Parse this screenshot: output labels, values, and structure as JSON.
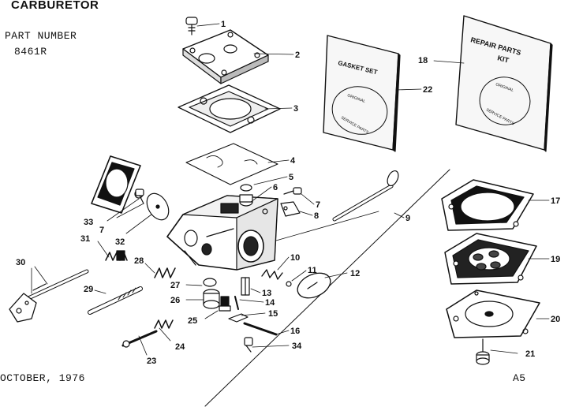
{
  "header": {
    "title": "CARBURETOR",
    "part_number_label": "PART NUMBER",
    "part_number_value": "8461R"
  },
  "footer": {
    "date": "OCTOBER, 1976",
    "page_code": "A5"
  },
  "kits": {
    "gasket_set": {
      "title": "GASKET SET",
      "circle_top": "ORIGINAL",
      "circle_bottom": "SERVICE PARTS"
    },
    "repair_kit": {
      "title_line1": "REPAIR PARTS",
      "title_line2": "KIT",
      "circle_top": "ORIGINAL",
      "circle_bottom": "SERVICE PARTS"
    }
  },
  "callouts": {
    "c1": "1",
    "c2": "2",
    "c3": "3",
    "c4": "4",
    "c5": "5",
    "c6": "6",
    "c7a": "7",
    "c7b": "7",
    "c8": "8",
    "c9": "9",
    "c10": "10",
    "c11": "11",
    "c12": "12",
    "c13": "13",
    "c14": "14",
    "c15": "15",
    "c16": "16",
    "c17": "17",
    "c18": "18",
    "c19": "19",
    "c20": "20",
    "c21": "21",
    "c22": "22",
    "c23": "23",
    "c24": "24",
    "c25": "25",
    "c26": "26",
    "c27": "27",
    "c28": "28",
    "c29": "29",
    "c30": "30",
    "c31": "31",
    "c32": "32",
    "c33": "33",
    "c34": "34"
  }
}
